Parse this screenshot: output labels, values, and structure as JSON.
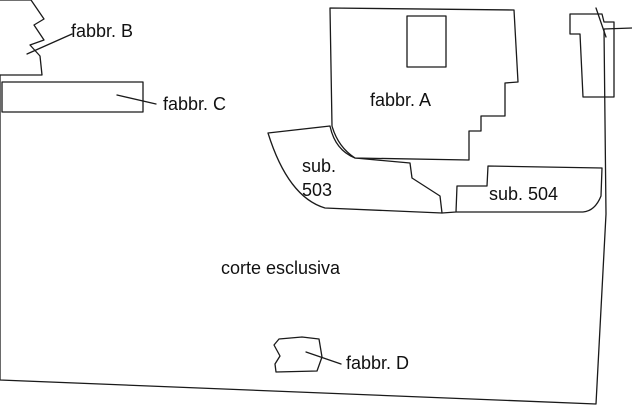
{
  "labels": {
    "fabbr_b": "fabbr. B",
    "fabbr_c": "fabbr. C",
    "fabbr_a": "fabbr. A",
    "sub_503_line1": "sub.",
    "sub_503_line2": "503",
    "sub_504": "sub. 504",
    "corte": "corte esclusiva",
    "fabbr_d": "fabbr. D"
  }
}
